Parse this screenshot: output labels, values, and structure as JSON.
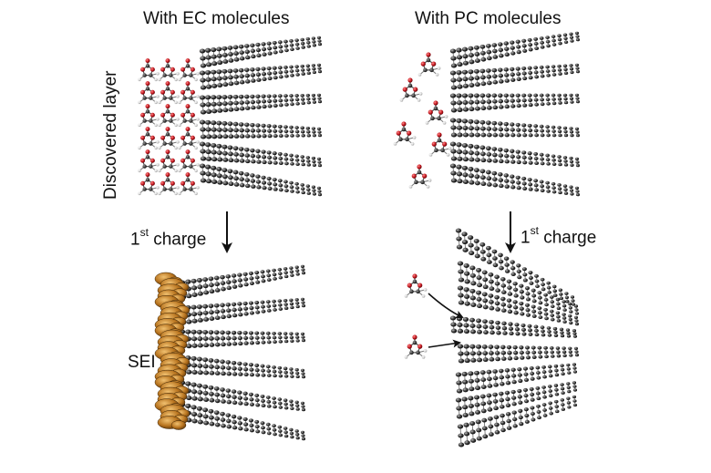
{
  "panels": {
    "ec": {
      "title": "With EC molecules"
    },
    "pc": {
      "title": "With PC molecules"
    }
  },
  "labels": {
    "side_layer": "Discovered layer",
    "sei": "SEI",
    "charge_num": "1",
    "charge_sup": "st",
    "charge_word": " charge"
  },
  "colors": {
    "graphene_dark": "#1c1c1c",
    "graphene_light": "#9a9a9a",
    "oxygen": "#c0141c",
    "carbon": "#3a3a3a",
    "hydrogen": "#d8d8d8",
    "sei_dark": "#6b3f0e",
    "sei_light": "#d99a3a"
  }
}
